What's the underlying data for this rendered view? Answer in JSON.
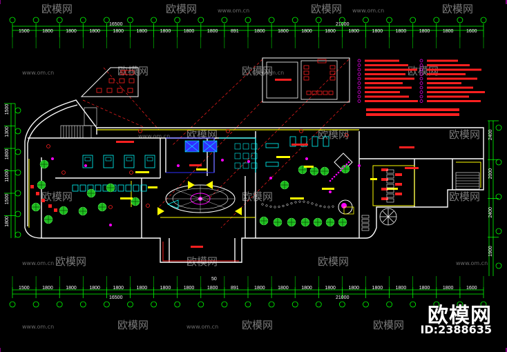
{
  "watermark": {
    "brand": "欧模网",
    "url": "www.om.cn",
    "id_text": "ID:2388635"
  },
  "dimensions": {
    "top_total": "21000",
    "top_left_total": "16500",
    "top_segments": [
      "1500",
      "1800",
      "1800",
      "1800",
      "1800",
      "1800",
      "1800",
      "1800",
      "1800",
      "891",
      "1800",
      "1800",
      "1800",
      "1800",
      "1800",
      "1800",
      "1800",
      "1800",
      "1800",
      "1600"
    ],
    "bottom_total": "21000",
    "bottom_left_total": "16500",
    "bottom_mark": "50",
    "bottom_segments": [
      "1500",
      "1800",
      "1800",
      "1800",
      "1800",
      "1800",
      "1800",
      "1800",
      "1800",
      "891",
      "1800",
      "1800",
      "1800",
      "1800",
      "1800",
      "1800",
      "1800",
      "1800",
      "1800",
      "1600"
    ],
    "left_segments": [
      "1500",
      "1300",
      "1800",
      "11000",
      "1500",
      "1800"
    ],
    "right_segments": [
      "2400",
      "2000",
      "2400",
      "1900"
    ]
  },
  "colors": {
    "wall": "#ffffff",
    "accent_red": "#ff2020",
    "accent_yellow": "#ffff00",
    "grid_green": "#00ff00",
    "tree_green": "#20c020",
    "cyan": "#00ffff",
    "magenta": "#ff00ff",
    "blue": "#3030ff"
  }
}
